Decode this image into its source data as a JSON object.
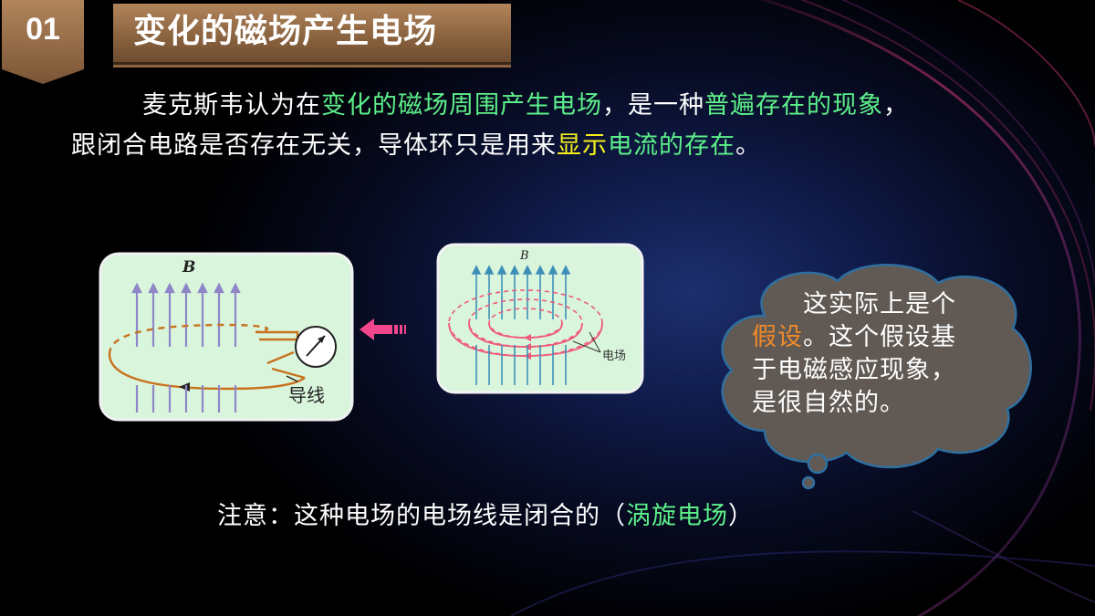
{
  "slide": {
    "section_number": "01",
    "title": "变化的磁场产生电场"
  },
  "paragraph": {
    "line1": [
      {
        "text": "麦克斯韦认为在",
        "color": "white"
      },
      {
        "text": "变化的磁场周围产生电场",
        "color": "green"
      },
      {
        "text": "，是一种",
        "color": "white"
      },
      {
        "text": "普遍存在的现象",
        "color": "green"
      },
      {
        "text": "，",
        "color": "white"
      }
    ],
    "line2": [
      {
        "text": "跟闭合电路是否存在无关，导体环只是用来",
        "color": "white"
      },
      {
        "text": "显示",
        "color": "yellow"
      },
      {
        "text": "电流的存在",
        "color": "green"
      },
      {
        "text": "。",
        "color": "white"
      }
    ]
  },
  "figures": {
    "left": {
      "field_label": "B",
      "wire_label": "导线"
    },
    "right": {
      "field_label": "B",
      "efield_label": "电场"
    }
  },
  "cloud": {
    "lines": [
      [
        {
          "text": "　　这实际上是个",
          "color": "white"
        }
      ],
      [
        {
          "text": "假设",
          "color": "orange"
        },
        {
          "text": "。这个假设基",
          "color": "white"
        }
      ],
      [
        {
          "text": "于电磁感应现象，",
          "color": "white"
        }
      ],
      [
        {
          "text": "是很自然的。",
          "color": "white"
        }
      ]
    ]
  },
  "note": [
    {
      "text": "注意：这种电场的电场线是闭合的（",
      "color": "white"
    },
    {
      "text": "涡旋电场",
      "color": "green"
    },
    {
      "text": "）",
      "color": "white"
    }
  ],
  "colors": {
    "green": "#5df08a",
    "yellow": "#f5f01c",
    "orange": "#f08a2a",
    "title_bar": "#8c6440",
    "figure_bg": "#d9f5dc"
  }
}
